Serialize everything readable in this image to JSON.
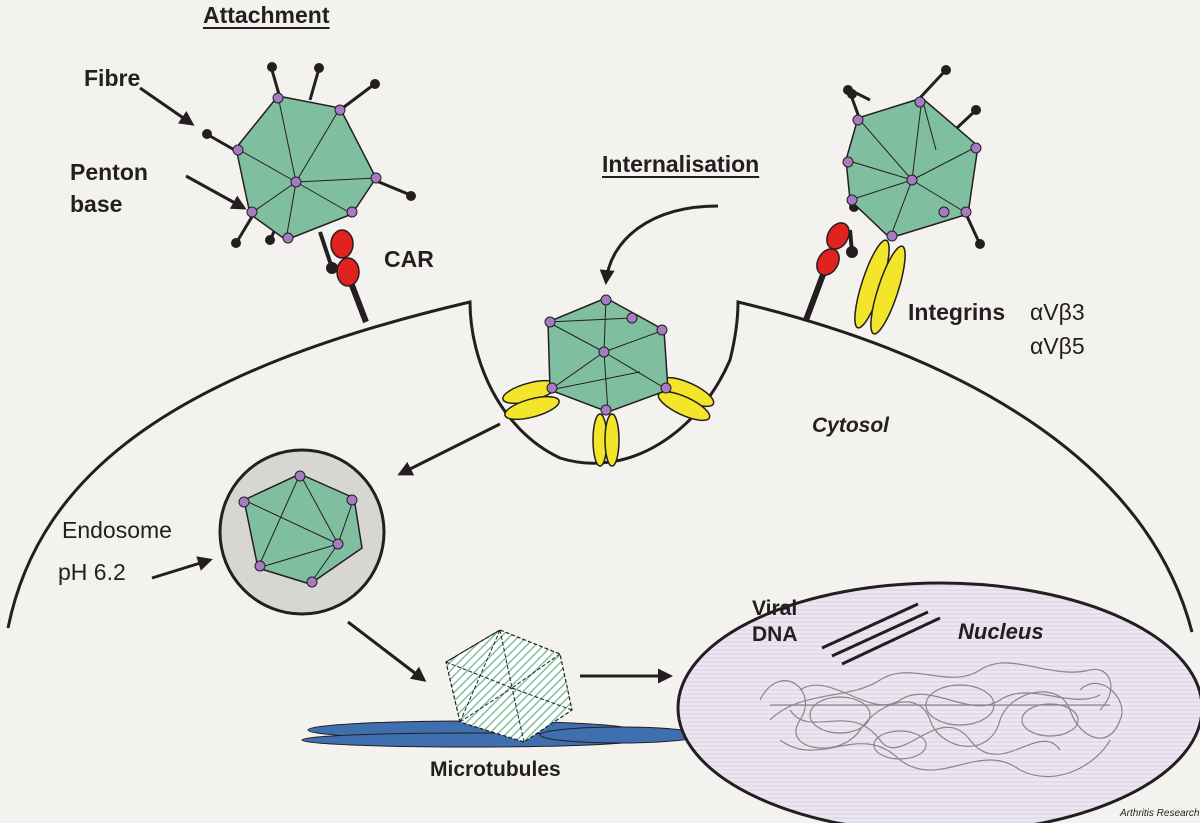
{
  "headings": {
    "attachment": "Attachment",
    "internalisation": "Internalisation"
  },
  "labels": {
    "fibre": "Fibre",
    "penton_line1": "Penton",
    "penton_line2": "base",
    "car": "CAR",
    "integrins_word": "Integrins",
    "integrin_1": "αVβ3",
    "integrin_2": "αVβ5",
    "cytosol": "Cytosol",
    "endosome": "Endosome",
    "ph": "pH 6.2",
    "viral": "Viral",
    "dna": "DNA",
    "nucleus": "Nucleus",
    "microtubules": "Microtubules",
    "credit": "Arthritis Research"
  },
  "colors": {
    "capsid_fill": "#7fbfa0",
    "vertex": "#a77bc4",
    "car_receptor": "#e0231f",
    "integrin": "#f2e52a",
    "microtubule": "#3f6fae",
    "endosome": "#d8d6d3",
    "nucleus": "#e6e0ee",
    "background": "#f4f2ef",
    "outline": "#231f20"
  }
}
